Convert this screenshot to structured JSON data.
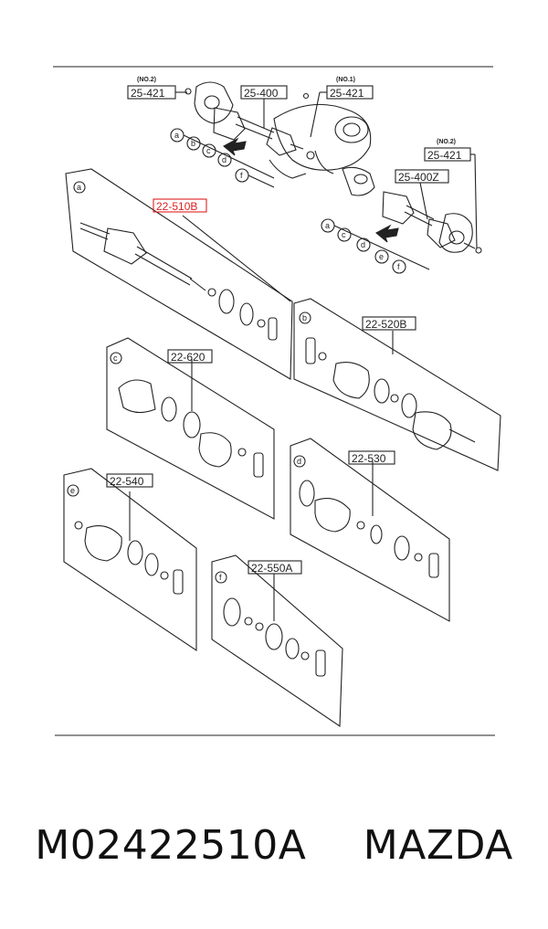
{
  "diagram": {
    "callouts": {
      "top_left_no": "(NO.2)",
      "top_left_code": "25-421",
      "top_mid_code": "25-400",
      "top_right_no": "(NO.1)",
      "top_right_code": "25-421",
      "right_no": "(NO.2)",
      "right_code": "25-421",
      "right_mid_code": "25-400Z",
      "panel_a_code": "22-510B",
      "panel_b_code": "22-520B",
      "panel_c_code": "22-620",
      "panel_d_code": "22-530",
      "panel_e_code": "22-540",
      "panel_f_code": "22-550A"
    },
    "letters": {
      "a": "a",
      "b": "b",
      "c": "c",
      "d": "d",
      "e": "e",
      "f": "f"
    },
    "highlight_color": "#e02020"
  },
  "footer": {
    "part_number": "M02422510A",
    "brand": "MAZDA"
  }
}
